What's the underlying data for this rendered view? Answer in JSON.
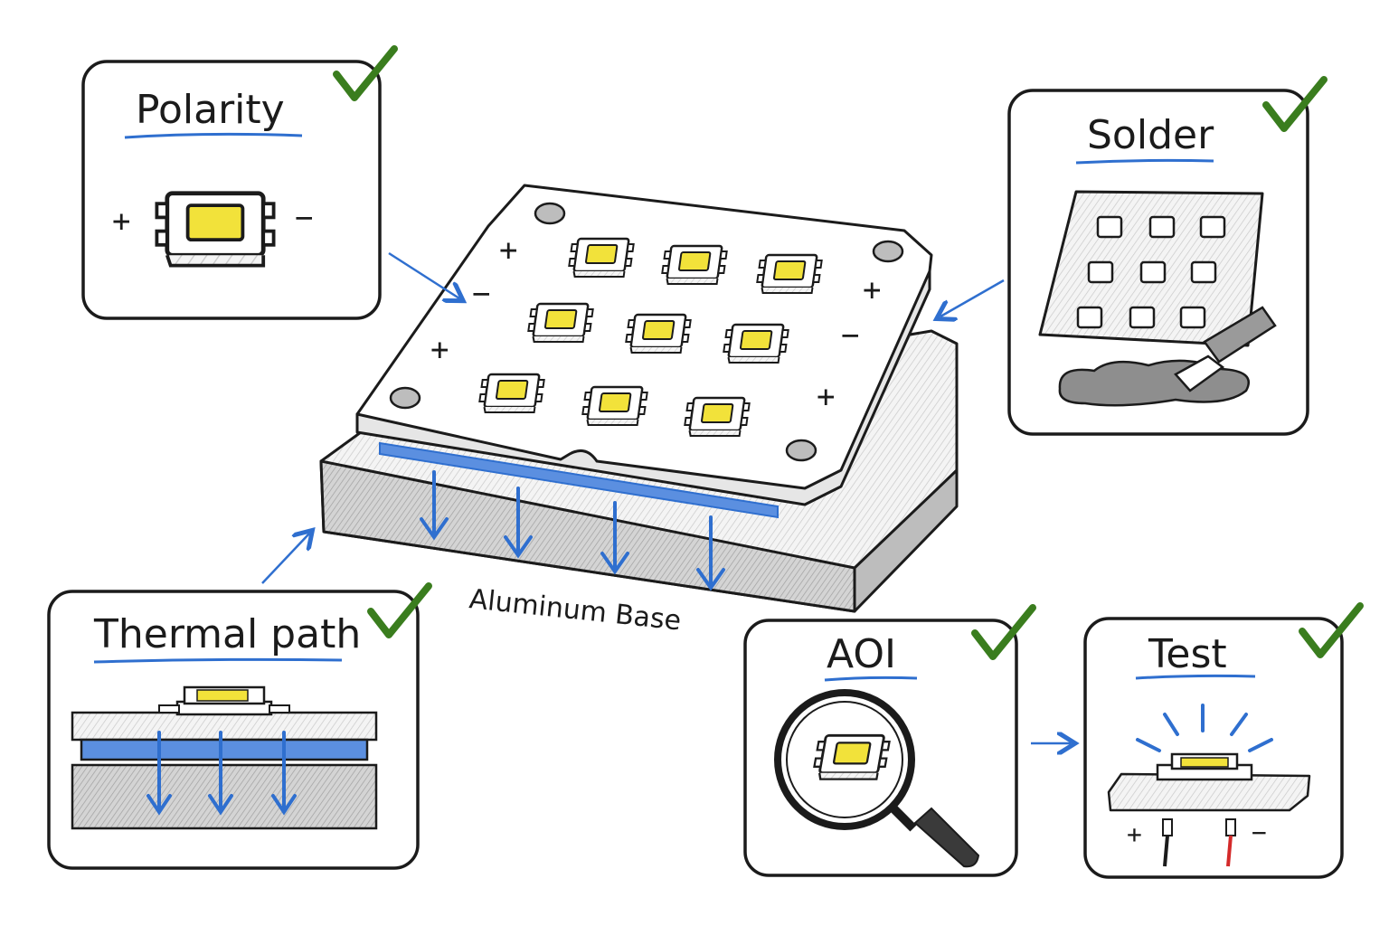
{
  "panels": {
    "polarity": {
      "title": "Polarity",
      "plus": "+",
      "minus": "−"
    },
    "solder": {
      "title": "Solder"
    },
    "thermal": {
      "title": "Thermal path"
    },
    "aoi": {
      "title": "AOI"
    },
    "test": {
      "title": "Test",
      "plus": "+",
      "minus": "−"
    }
  },
  "board": {
    "base_label": "Aluminum Base",
    "signs": [
      "+",
      "−",
      "+",
      "+",
      "−",
      "+"
    ]
  },
  "colors": {
    "ink": "#1b1b1b",
    "accent_blue": "#2f6fcf",
    "check_green": "#3a7d1e",
    "led_yellow": "#f2e23a",
    "hatch_grey": "#cfcfcf"
  }
}
